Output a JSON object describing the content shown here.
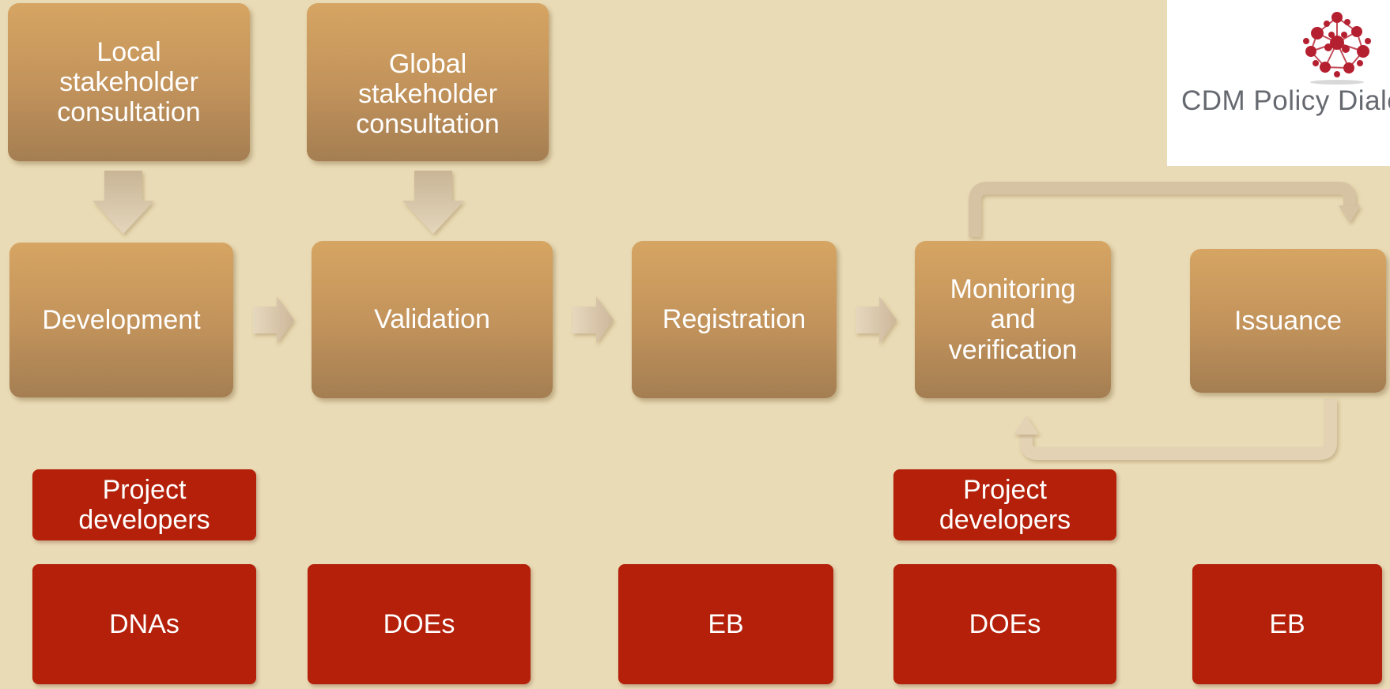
{
  "stages": {
    "local_consultation": "Local stakeholder consultation",
    "global_consultation": "Global stakeholder consultation",
    "development": "Development",
    "validation": "Validation",
    "registration": "Registration",
    "monitoring": "Monitoring and verification",
    "issuance": "Issuance"
  },
  "actors": {
    "project_developers_1": "Project developers",
    "project_developers_2": "Project developers",
    "dnas": "DNAs",
    "does_1": "DOEs",
    "eb_1": "EB",
    "does_2": "DOEs",
    "eb_2": "EB"
  },
  "logo": {
    "text": "CDM Policy Dialogue",
    "icon": "molecule-network-icon"
  },
  "colors": {
    "background": "#e9dbb5",
    "stage_box": "#c1925b",
    "actor_box": "#b42009",
    "arrow": "#d2bd9b"
  }
}
